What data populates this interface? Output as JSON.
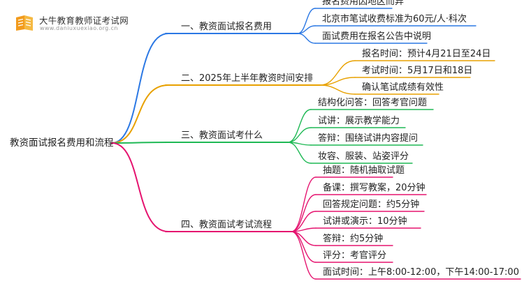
{
  "logo": {
    "title": "大牛教育教师证考试网",
    "url": "www.daniuxuexiao.org.cn"
  },
  "root": "教资面试报名费用和流程",
  "colors": {
    "blue": "#2b78e4",
    "orange": "#e8a100",
    "green": "#1fb955",
    "pink": "#e5136f"
  },
  "branches": [
    {
      "label": "一、教资面试报名费用",
      "color": "blue",
      "children": [
        "报名费用因地区而异",
        "北京市笔试收费标准为60元/人·科次",
        "面试费用在报名公告中说明"
      ]
    },
    {
      "label": "二、2025年上半年教资时间安排",
      "color": "orange",
      "children": [
        "报名时间：预计4月21日至24日",
        "考试时间：5月17日和18日",
        "确认笔试成绩有效性"
      ]
    },
    {
      "label": "三、教资面试考什么",
      "color": "green",
      "children": [
        "结构化问答：回答考官问题",
        "试讲：展示教学能力",
        "答辩：围绕试讲内容提问",
        "妆容、服装、站姿评分"
      ]
    },
    {
      "label": "四、教资面试考试流程",
      "color": "pink",
      "children": [
        "抽题：随机抽取试题",
        "备课：撰写教案，20分钟",
        "回答规定问题：约5分钟",
        "试讲或演示：10分钟",
        "答辩：约5分钟",
        "评分：考官评分",
        "面试时间：上午8:00-12:00，下午14:00-17:00"
      ]
    }
  ]
}
